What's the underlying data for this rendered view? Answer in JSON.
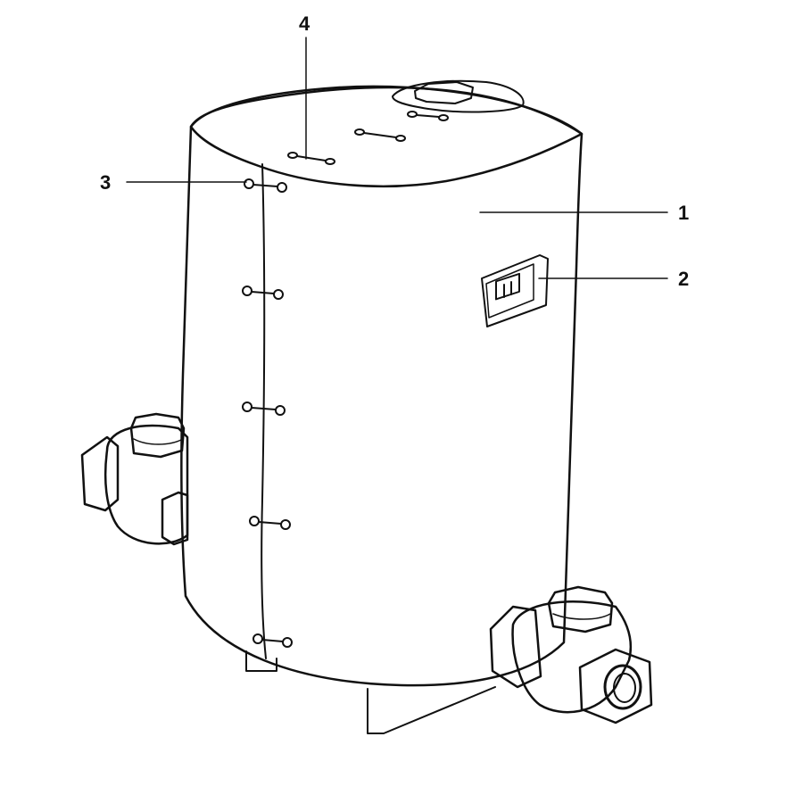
{
  "callouts": {
    "c1": "1",
    "c2": "2",
    "c3": "3",
    "c4": "4"
  },
  "colors": {
    "ink": "#111111",
    "jacket": "#d9d9d9",
    "metal": "#c8c8c8",
    "background": "#ffffff"
  },
  "icons": {
    "valve": "pipe-valve-icon",
    "fastener": "hook-fastener-icon",
    "switch": "rocker-switch-icon"
  }
}
